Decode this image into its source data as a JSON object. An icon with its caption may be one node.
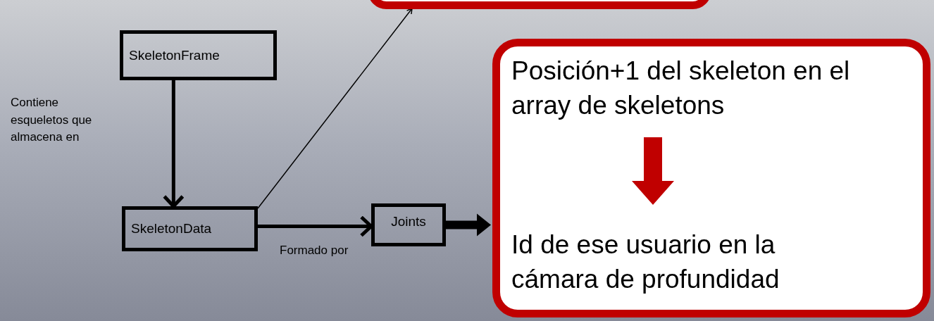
{
  "diagram": {
    "nodes": [
      {
        "text": [],
        "shape": "box"
      },
      {
        "text": [
          "SkeletonFrame"
        ]
      },
      {
        "text": [
          "SkeletonData"
        ]
      },
      {
        "text": [
          "Joints"
        ]
      },
      {
        "text": [
          "Posición+1 del skeleton en el array de skeletons",
          "Id de ese usuario en la cámara de profundidad"
        ]
      }
    ],
    "edges": [
      {
        "from": 1,
        "to": 2,
        "arrow": "to"
      },
      {
        "from": 2,
        "to": 0,
        "arrow": "to"
      },
      {
        "from": 2,
        "to": 3,
        "arrow": "to"
      },
      {
        "from": 3,
        "to": 4,
        "arrow": "to",
        "style": "thick"
      }
    ],
    "labels": [
      "Contiene esqueletos que almacena en",
      "Formado por"
    ]
  }
}
